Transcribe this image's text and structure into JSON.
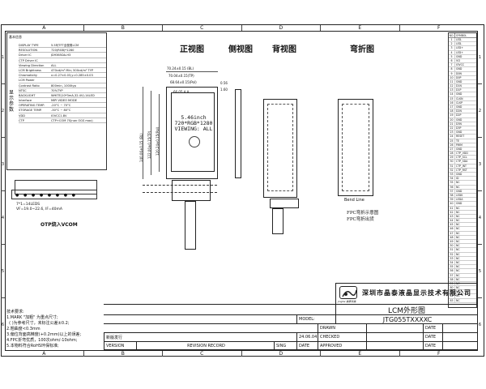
{
  "border": {
    "columns": [
      "A",
      "B",
      "C",
      "D",
      "E",
      "F"
    ],
    "rows": [
      "1",
      "2",
      "3",
      "4",
      "5",
      "6"
    ]
  },
  "spec_table": {
    "title": "基本信息",
    "side_label": "显示参数",
    "rows": [
      {
        "k": "DISPLAY TYPE",
        "v": "5.5吋TFT全视角LCM"
      },
      {
        "k": "RESOLUTION",
        "v": "720(RGB)*1280"
      },
      {
        "k": "Driver IC",
        "v": "JD9365DA-H3"
      },
      {
        "k": "CTP Driver IC",
        "v": ""
      },
      {
        "k": "Viewing Direction",
        "v": "ALL"
      },
      {
        "k": "LCM Brightness",
        "v": "470cd/m² Min; 500cd/m² TYP"
      },
      {
        "k": "Chromaticity",
        "v": "x=0.27±0.03,y=0.285±0.03"
      },
      {
        "k": "LCM Power",
        "v": ""
      },
      {
        "k": "Contrast Ratio",
        "v": "800min, 1000typ"
      },
      {
        "k": "NTSC",
        "v": "70%TYP"
      },
      {
        "k": "BACKLIGHT",
        "v": "WHITE(10*3mA,32.4V)-14LED"
      },
      {
        "k": "Interface",
        "v": "MIPI VIDEO MODE"
      },
      {
        "k": "OPERATING TEMP.",
        "v": "-20°C ~ 70°C"
      },
      {
        "k": "STORAGE TEMP.",
        "v": "-30°C ~ 80°C"
      },
      {
        "k": "VDD",
        "v": "IOVCC1.8V"
      },
      {
        "k": "CTP",
        "v": "CTP+COM 7S(non OGS max)"
      }
    ]
  },
  "left_drawing": {
    "pin_dots": "● ● ● ● ● ● ● ●",
    "pin_text_1": "7*1=14LEDS",
    "pin_text_2": "VF=19.0~22.6, IF=40mA",
    "otp": "OTP烧入VCOM"
  },
  "views": {
    "front": "正视图",
    "side": "侧视图",
    "back": "背视图",
    "bend": "弯折图"
  },
  "front_view": {
    "line1": "5.46inch",
    "line2": "720*RGB*1280",
    "line3": "VIEWING: ALL",
    "dim_w1": "70.24±0.15 (BL)",
    "dim_w2": "70.04±0.15(TP)",
    "dim_w3": "68.64±0.15(Pol)",
    "dim_w4": "66.05 A.A",
    "dim_t1": "0.56",
    "dim_t2": "1.60",
    "dim_h1": "140.06±0.15 (BL)",
    "dim_h2": "122.00±0.15(TP)",
    "dim_h3": "120.24±0.15(Pol)"
  },
  "bend_view": {
    "label_left": "Bend Line",
    "fpc_note_1": "FPC弯折示意图",
    "fpc_note_2": "FPC弯折出货"
  },
  "pin_list": {
    "head_no": "NO.",
    "head_sym": "SYMBOL",
    "pins": [
      {
        "n": "1",
        "s": "LED-"
      },
      {
        "n": "2",
        "s": "LED-"
      },
      {
        "n": "3",
        "s": "LED+"
      },
      {
        "n": "4",
        "s": "LED+"
      },
      {
        "n": "5",
        "s": "GND"
      },
      {
        "n": "6",
        "s": "VCI"
      },
      {
        "n": "7",
        "s": "IOVCC"
      },
      {
        "n": "8",
        "s": "GND"
      },
      {
        "n": "9",
        "s": "D0N"
      },
      {
        "n": "10",
        "s": "D0P"
      },
      {
        "n": "11",
        "s": "GND"
      },
      {
        "n": "12",
        "s": "D1N"
      },
      {
        "n": "13",
        "s": "D1P"
      },
      {
        "n": "14",
        "s": "GND"
      },
      {
        "n": "15",
        "s": "CLKN"
      },
      {
        "n": "16",
        "s": "CLKP"
      },
      {
        "n": "17",
        "s": "GND"
      },
      {
        "n": "18",
        "s": "D2N"
      },
      {
        "n": "19",
        "s": "D2P"
      },
      {
        "n": "20",
        "s": "GND"
      },
      {
        "n": "21",
        "s": "D3N"
      },
      {
        "n": "22",
        "s": "D3P"
      },
      {
        "n": "23",
        "s": "GND"
      },
      {
        "n": "24",
        "s": "RESET"
      },
      {
        "n": "25",
        "s": "TE"
      },
      {
        "n": "26",
        "s": "PWM"
      },
      {
        "n": "27",
        "s": "GND"
      },
      {
        "n": "28",
        "s": "CTP_VDD"
      },
      {
        "n": "29",
        "s": "CTP_SCL"
      },
      {
        "n": "30",
        "s": "CTP_SDA"
      },
      {
        "n": "31",
        "s": "CTP_INT"
      },
      {
        "n": "32",
        "s": "CTP_RST"
      },
      {
        "n": "33",
        "s": "GND"
      },
      {
        "n": "34",
        "s": "ID"
      },
      {
        "n": "35",
        "s": "NC"
      },
      {
        "n": "36",
        "s": "NC"
      },
      {
        "n": "37",
        "s": "GND"
      },
      {
        "n": "38",
        "s": "LEDK"
      },
      {
        "n": "39",
        "s": "LEDA"
      },
      {
        "n": "40",
        "s": "GND"
      },
      {
        "n": "41",
        "s": "NC"
      },
      {
        "n": "42",
        "s": "NC"
      },
      {
        "n": "43",
        "s": "NC"
      },
      {
        "n": "44",
        "s": "NC"
      },
      {
        "n": "45",
        "s": "NC"
      },
      {
        "n": "46",
        "s": "NC"
      },
      {
        "n": "47",
        "s": "NC"
      },
      {
        "n": "48",
        "s": "NC"
      },
      {
        "n": "49",
        "s": "NC"
      },
      {
        "n": "50",
        "s": "NC"
      },
      {
        "n": "51",
        "s": "NC"
      },
      {
        "n": "52",
        "s": "NC"
      },
      {
        "n": "53",
        "s": "NC"
      },
      {
        "n": "54",
        "s": "NC"
      },
      {
        "n": "55",
        "s": "NC"
      },
      {
        "n": "56",
        "s": "NC"
      },
      {
        "n": "57",
        "s": "NC"
      },
      {
        "n": "58",
        "s": "NC"
      },
      {
        "n": "59",
        "s": "NC"
      },
      {
        "n": "60",
        "s": "NC"
      },
      {
        "n": "61",
        "s": "NC"
      },
      {
        "n": "62",
        "s": "NC"
      },
      {
        "n": "63",
        "s": "NC"
      }
    ]
  },
  "notes": {
    "title": "技术要求:",
    "items": [
      "1.MARK \"加粗\" 为重点尺寸;",
      "  ( )为参考尺寸，未标注公差±0.2;",
      "2.翘曲度<0.3mm",
      "3.偏位背面高精度(+0.2mm)以上的误差;",
      "4.FPC折弯优质，100次ohm/-10ohm;",
      "5.本物料符合RoHS环保标准;"
    ]
  },
  "title_block": {
    "company": "深圳市晶泰液晶显示技术有限公司",
    "logo_text": "Jingtai 晶泰液晶",
    "model_label": "MODEL:",
    "doc_title": "LCM外形图",
    "model": "JTG055TXXXXC",
    "drawn": "DRAWN",
    "checked": "CHECKED",
    "approved": "APPROVED",
    "date": "DATE",
    "revision_note": "新版发行",
    "revision_date": "24.06.04",
    "version": "VERSION",
    "revision_record": "REVISION RECORD",
    "sign": "SING",
    "date_col": "DATE"
  }
}
